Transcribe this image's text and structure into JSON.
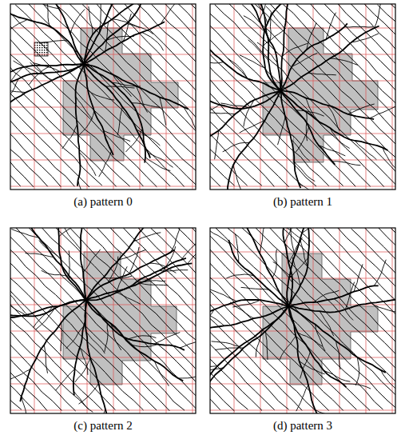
{
  "diagram": {
    "labels": [
      "(a) pattern 0",
      "(b) pattern 1",
      "(c) pattern 2",
      "(d) pattern 3"
    ]
  }
}
